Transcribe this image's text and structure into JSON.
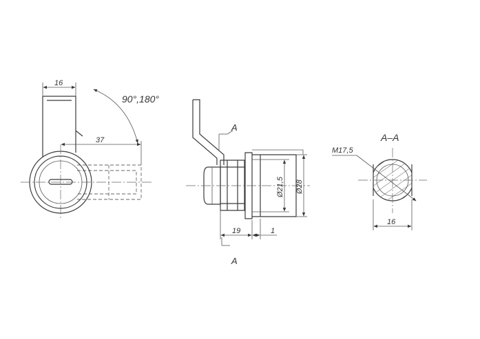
{
  "dimensions": {
    "front_width": "16",
    "rotation_angle": "90°,180°",
    "cam_length": "37",
    "side_length": "19",
    "plate_thickness": "1",
    "body_diameter": "Ø21,5",
    "flange_diameter": "Ø28",
    "thread": "M17,5",
    "section_width": "16"
  },
  "section": {
    "label": "A–A",
    "marker_top": "A",
    "marker_bottom": "A"
  }
}
